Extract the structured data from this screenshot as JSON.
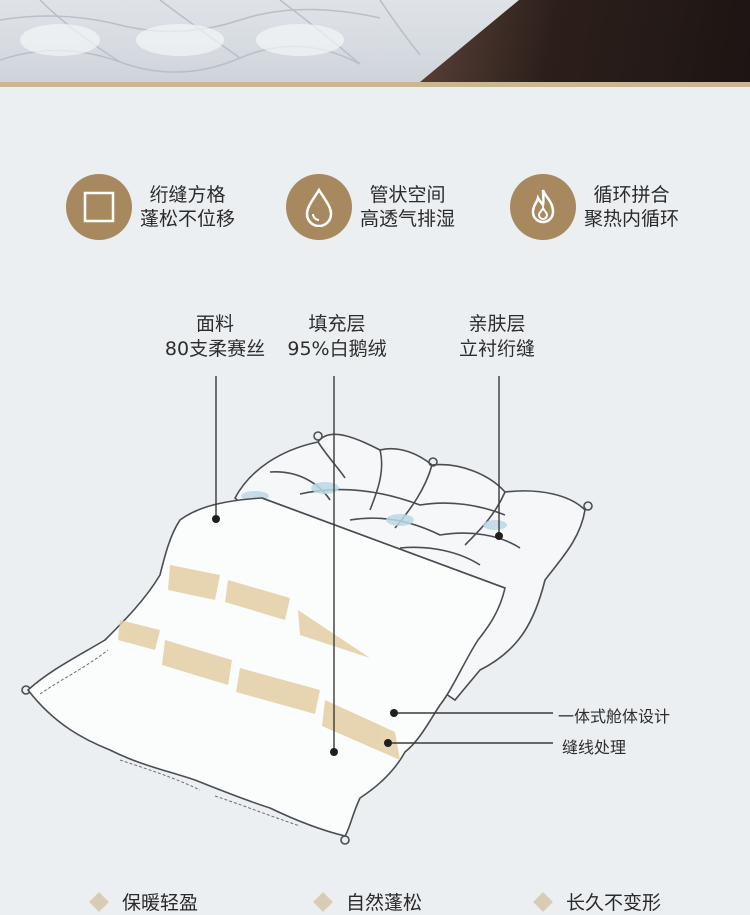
{
  "features": [
    {
      "icon": "square-grid-icon",
      "line1": "绗缝方格",
      "line2": "蓬松不位移"
    },
    {
      "icon": "water-drop-icon",
      "line1": "管状空间",
      "line2": "高透气排湿"
    },
    {
      "icon": "flame-icon",
      "line1": "循环拼合",
      "line2": "聚热内循环"
    }
  ],
  "layers": {
    "fabric": {
      "line1": "面料",
      "line2": "80支柔赛丝"
    },
    "filling": {
      "line1": "填充层",
      "line2": "95%白鹅绒"
    },
    "skin": {
      "line1": "亲肤层",
      "line2": "立衬绗缝"
    }
  },
  "side_labels": {
    "body": "一体式舱体设计",
    "stitch": "缝线处理"
  },
  "benefits": [
    "保暖轻盈",
    "自然蓬松",
    "长久不变形"
  ],
  "colors": {
    "accent_gold": "#a8885f",
    "background": "#ebeff2",
    "divider": "#cbb693"
  }
}
